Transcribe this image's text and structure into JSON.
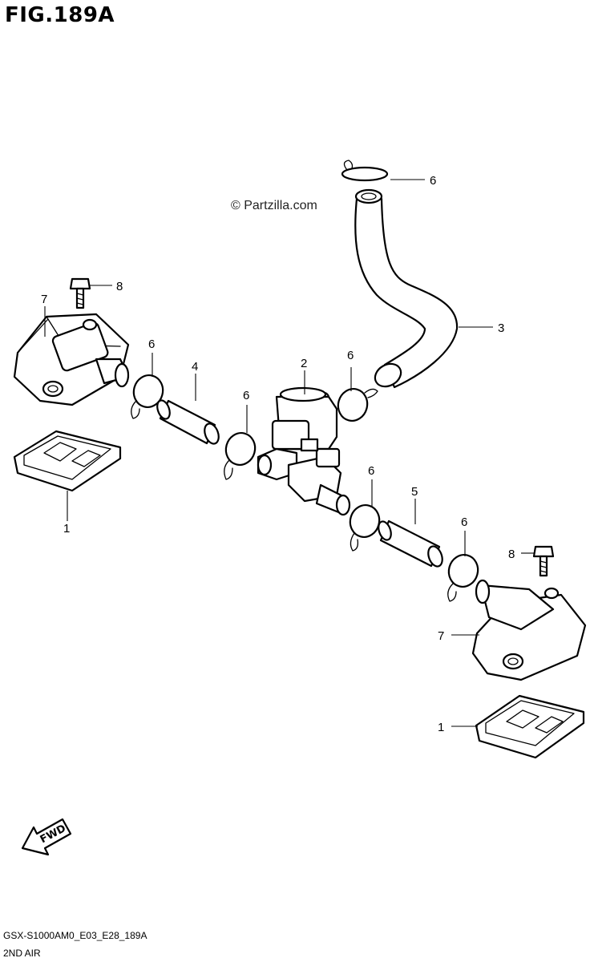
{
  "figure": {
    "title": "FIG.189A",
    "watermark": "© Partzilla.com",
    "model_code": "GSX-S1000AM0_E03_E28_189A",
    "section_name": "2ND AIR",
    "fwd_label": "FWD"
  },
  "callouts": {
    "c1_left": "1",
    "c1_right": "1",
    "c2": "2",
    "c3": "3",
    "c4": "4",
    "c5": "5",
    "c6_top": "6",
    "c6_left": "6",
    "c6_mid": "6",
    "c6_center": "6",
    "c6_lower": "6",
    "c6_right": "6",
    "c7_left": "7",
    "c7_right": "7",
    "c8_left": "8",
    "c8_right": "8"
  }
}
